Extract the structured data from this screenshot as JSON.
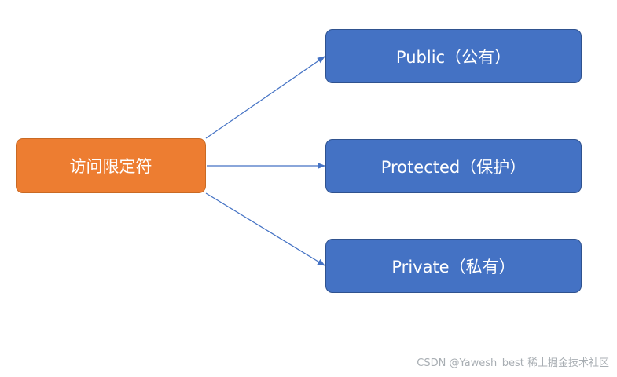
{
  "diagram": {
    "root": {
      "label": "访问限定符",
      "color": "#ed7d31"
    },
    "children": [
      {
        "label": "Public（公有）",
        "color": "#4472c4"
      },
      {
        "label": "Protected（保护）",
        "color": "#4472c4"
      },
      {
        "label": "Private（私有）",
        "color": "#4472c4"
      }
    ],
    "edge_color": "#4472c4"
  },
  "watermark": "CSDN @Yawesh_best 稀土掘金技术社区"
}
